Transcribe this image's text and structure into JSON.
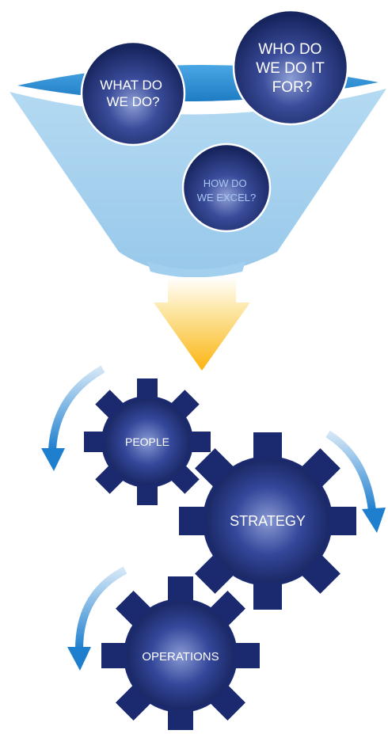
{
  "funnel": {
    "bubbles": [
      {
        "id": "what",
        "lines": [
          "WHAT DO",
          "WE DO?"
        ]
      },
      {
        "id": "who",
        "lines": [
          "WHO DO",
          "WE DO IT",
          "FOR?"
        ]
      },
      {
        "id": "how",
        "lines": [
          "HOW DO",
          "WE EXCEL?"
        ]
      }
    ]
  },
  "gears": [
    {
      "id": "people",
      "label": "PEOPLE"
    },
    {
      "id": "strategy",
      "label": "STRATEGY"
    },
    {
      "id": "operations",
      "label": "OPERATIONS"
    }
  ],
  "colors": {
    "navy": "#1b2a6e",
    "funnel_light": "#a9d2ee",
    "funnel_top": "#2f8fd3",
    "arrow_orange": "#fdb913",
    "rotation_arrow": "#2f8fd3"
  }
}
